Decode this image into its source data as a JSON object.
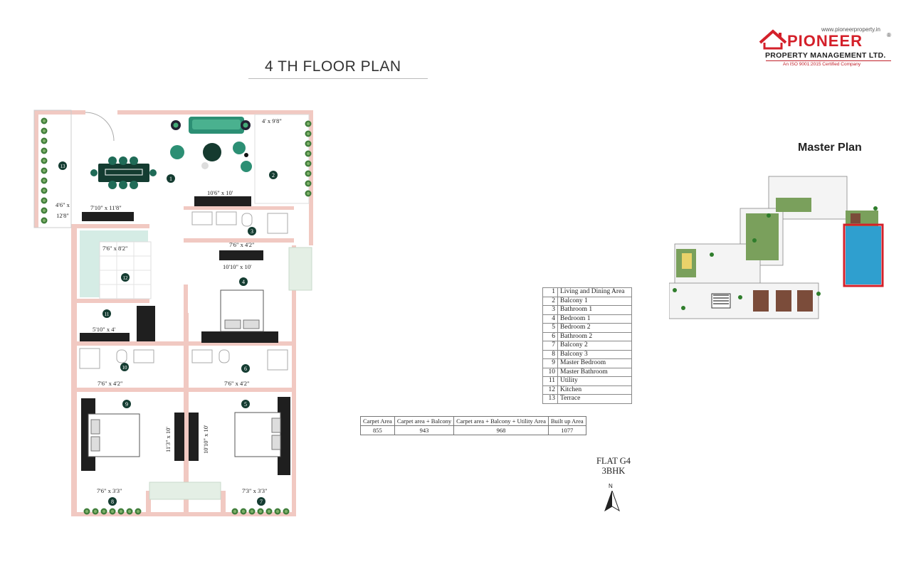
{
  "title": "4 TH FLOOR PLAN",
  "logo": {
    "url": "www.pioneerproperty.in",
    "name": "PIONEER",
    "reg": "®",
    "subtitle": "PROPERTY MANAGEMENT LTD.",
    "iso": "An ISO 9001:2015 Certified Company"
  },
  "master_plan_title": "Master Plan",
  "floor_plan": {
    "dims": {
      "living": "10'6\" x 10'",
      "balcony1": "4' x 9'8\"",
      "terrace_a": "4'6\" x",
      "terrace_b": "12'8\"",
      "dining": "7'10\" x 11'8\"",
      "kitchen": "7'6\" x 8'2\"",
      "bath1": "7'6\" x 4'2\"",
      "bed1": "10'10\" x 10'",
      "utility": "5'10\" x 4'",
      "masterbath": "7'6\" x 4'2\"",
      "bath2": "7'6\" x 4'2\"",
      "master_bed": "11'3\" x 10'",
      "bed2": "10'10\" x 10'",
      "balcony3": "7'6\" x 3'3\"",
      "balcony2": "7'3\" x 3'3\""
    },
    "labels": [
      "1",
      "2",
      "3",
      "4",
      "5",
      "6",
      "7",
      "8",
      "9",
      "10",
      "11",
      "12",
      "13"
    ]
  },
  "legend": [
    {
      "n": "1",
      "t": "Living and Dining Area"
    },
    {
      "n": "2",
      "t": "Balcony 1"
    },
    {
      "n": "3",
      "t": "Bathroom 1"
    },
    {
      "n": "4",
      "t": "Bedroom 1"
    },
    {
      "n": "5",
      "t": "Bedroom 2"
    },
    {
      "n": "6",
      "t": "Bathroom 2"
    },
    {
      "n": "7",
      "t": "Balcony 2"
    },
    {
      "n": "8",
      "t": "Balcony 3"
    },
    {
      "n": "9",
      "t": "Master Bedroom"
    },
    {
      "n": "10",
      "t": "Master Bathroom"
    },
    {
      "n": "11",
      "t": "Utility"
    },
    {
      "n": "12",
      "t": "Kitchen"
    },
    {
      "n": "13",
      "t": "Terrace"
    }
  ],
  "area_table": {
    "headers": [
      "Carpet Area",
      "Carpet area + Balcony",
      "Carpet area + Balcony + Utility Area",
      "Built up Area"
    ],
    "values": [
      "855",
      "943",
      "968",
      "1077"
    ]
  },
  "flat": {
    "line1": "FLAT G4",
    "line2": "3BHK"
  },
  "north": "N",
  "colors": {
    "wall": "#f1c9c2",
    "accent_red": "#d4202a",
    "furniture_dark": "#1f1f1f",
    "plant": "#3f7d3a",
    "pool": "#2f9fcf"
  }
}
